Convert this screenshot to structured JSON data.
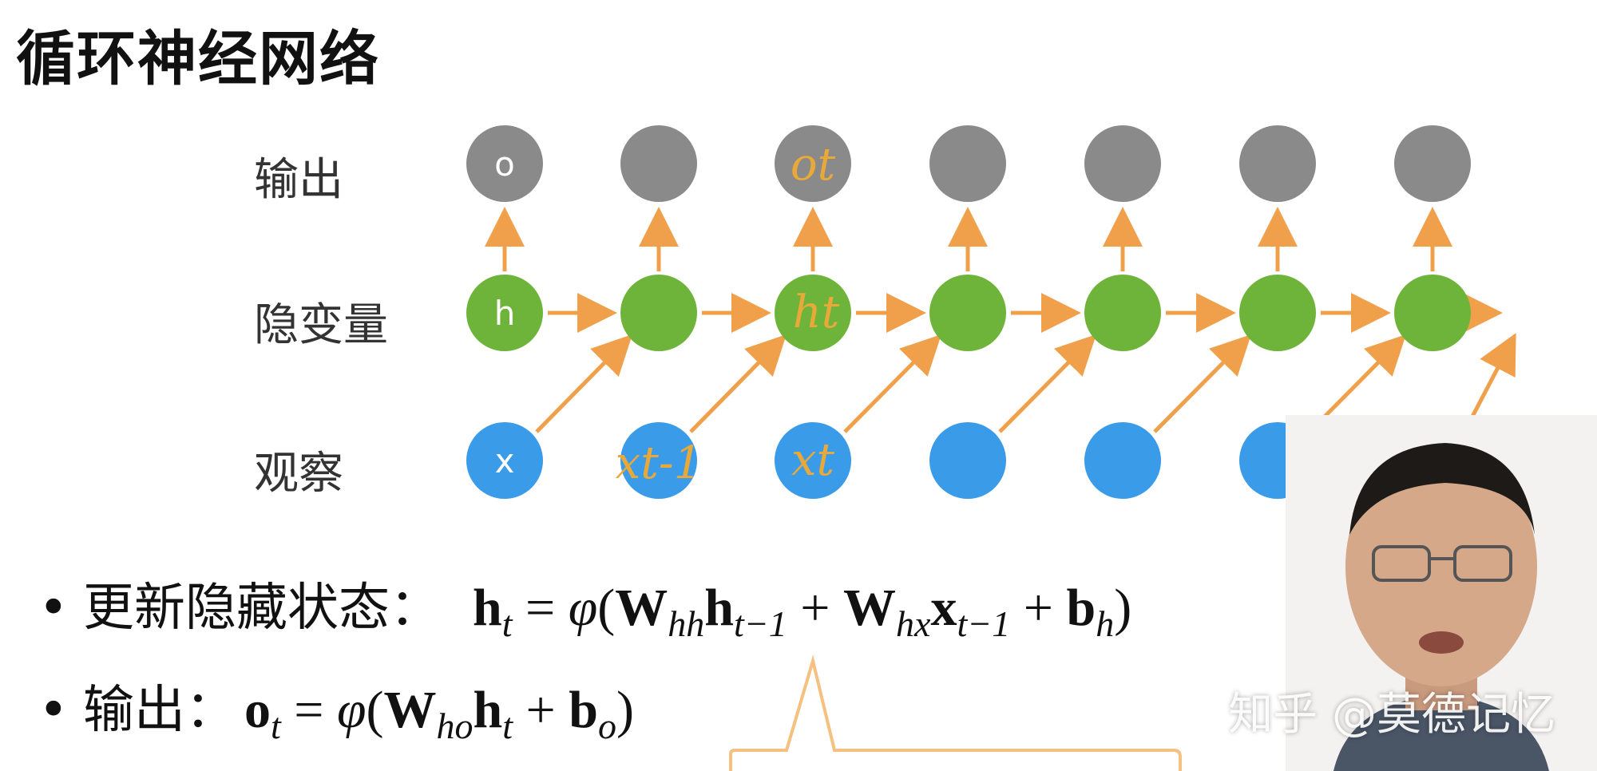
{
  "title": "循环神经网络",
  "row_labels": {
    "output": "输出",
    "hidden": "隐变量",
    "input": "观察"
  },
  "node_letters": {
    "output": "o",
    "hidden": "h",
    "input": "x"
  },
  "handwriting": {
    "output": "ot",
    "hidden": "ht",
    "input_prev": "xt-1",
    "input_curr": "xt"
  },
  "bullets": {
    "update_label": "更新隐藏状态：",
    "output_label": "输出："
  },
  "formula_symbols": {
    "h": "h",
    "o": "o",
    "x": "x",
    "W": "W",
    "b": "b",
    "phi": "φ",
    "eq": " = ",
    "plus": " + ",
    "lparen": "(",
    "rparen": ")",
    "sub_t": "t",
    "sub_tm1": "t−1",
    "sub_hh": "hh",
    "sub_hx": "hx",
    "sub_h": "h",
    "sub_ho": "ho",
    "sub_o": "o"
  },
  "watermark": "知乎 @莫德记忆",
  "colors": {
    "output_node": "#8a8a8a",
    "hidden_node": "#6fb43a",
    "input_node": "#3a9be8",
    "arrow": "#f0a04a",
    "handwriting": "#e8a93a",
    "callout": "#f5c080"
  },
  "icons": {
    "bullet": "•",
    "presenter": "presenter-video-overlay"
  }
}
